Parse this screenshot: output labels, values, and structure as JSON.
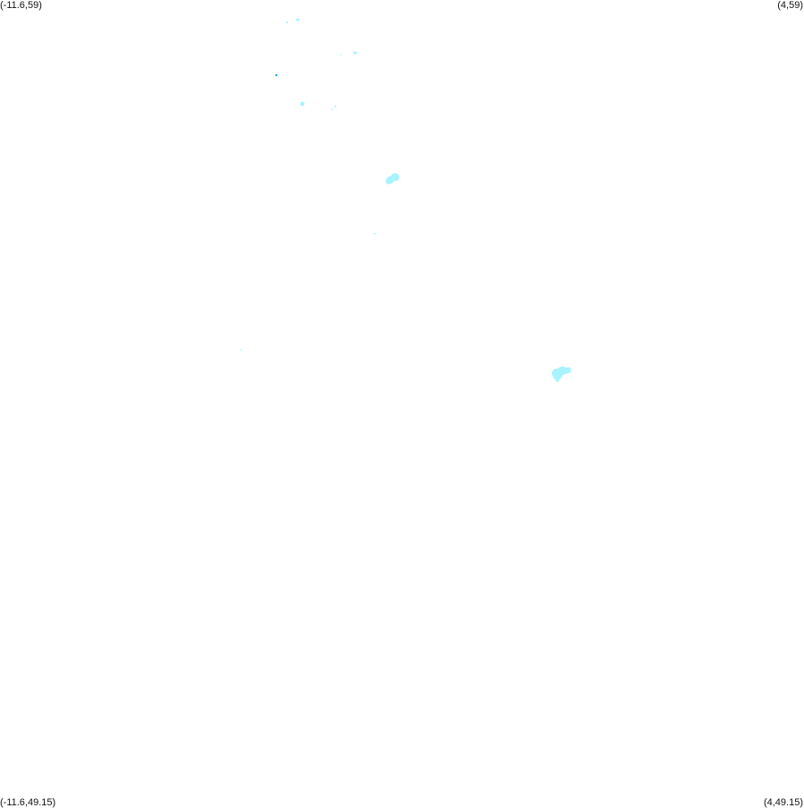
{
  "corners": {
    "top_left": "(-11.6,59)",
    "top_right": "(4,59)",
    "bottom_left": "(-11.6,49.15)",
    "bottom_right": "(4,49.15)"
  },
  "colors": {
    "background": "#ffffff",
    "feature_light": "#a8f3ff",
    "feature_dark": "#1ea0e6",
    "label_text": "#111111"
  }
}
